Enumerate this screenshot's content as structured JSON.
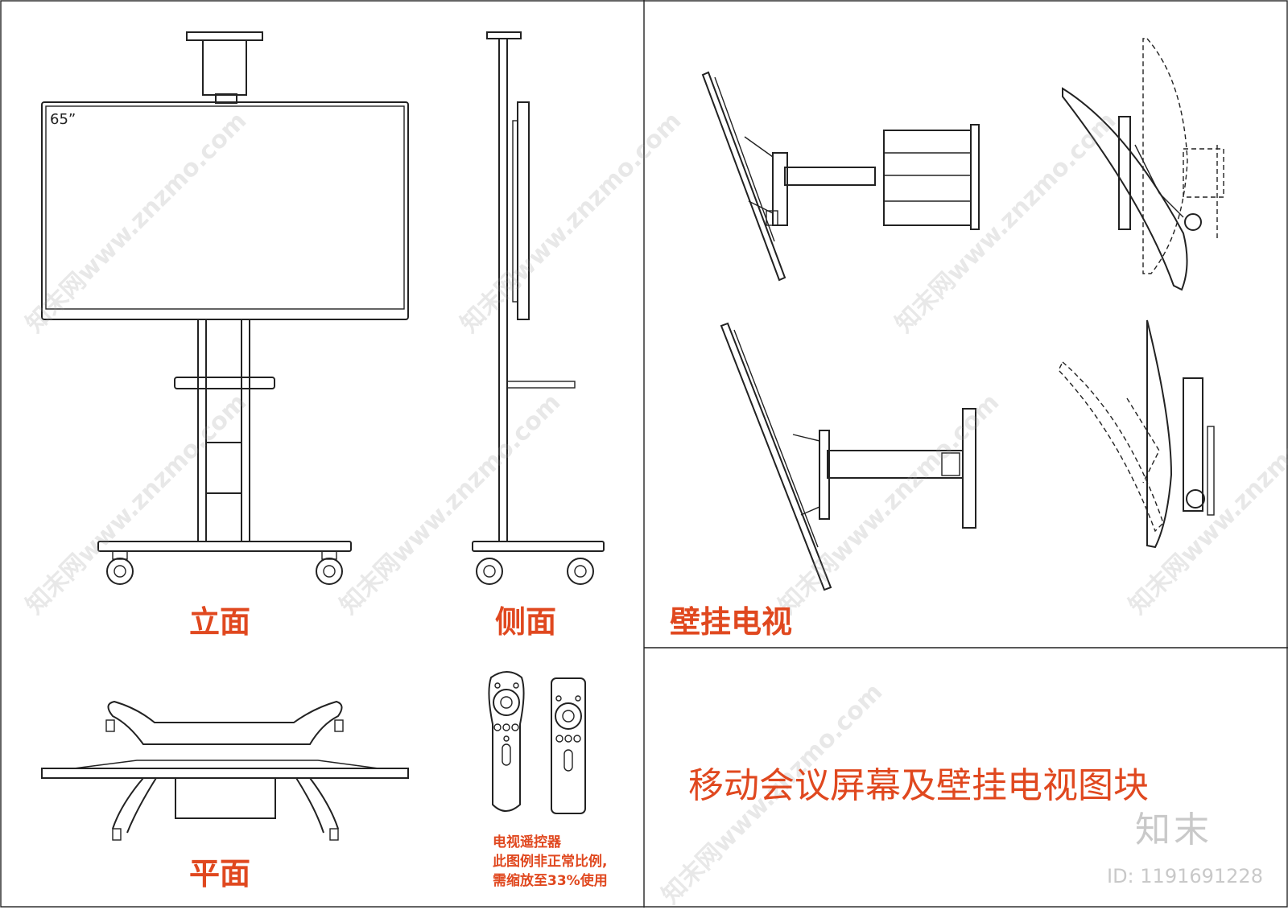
{
  "labels": {
    "front_view": "立面",
    "side_view": "侧面",
    "plan_view": "平面",
    "wall_mount": "壁挂电视",
    "main_title": "移动会议屏幕及壁挂电视图块",
    "tv_size": "65”",
    "remote_note": [
      "电视遥控器",
      "此图例非正常比例,",
      "需缩放至33%使用"
    ]
  },
  "branding": {
    "brand_name": "知末",
    "image_id": "ID: 1191691228",
    "watermark_text": "知末网www.znzmo.com"
  },
  "colors": {
    "accent": "#e0481f",
    "line": "#222222",
    "watermark": "#c9c9c9"
  }
}
